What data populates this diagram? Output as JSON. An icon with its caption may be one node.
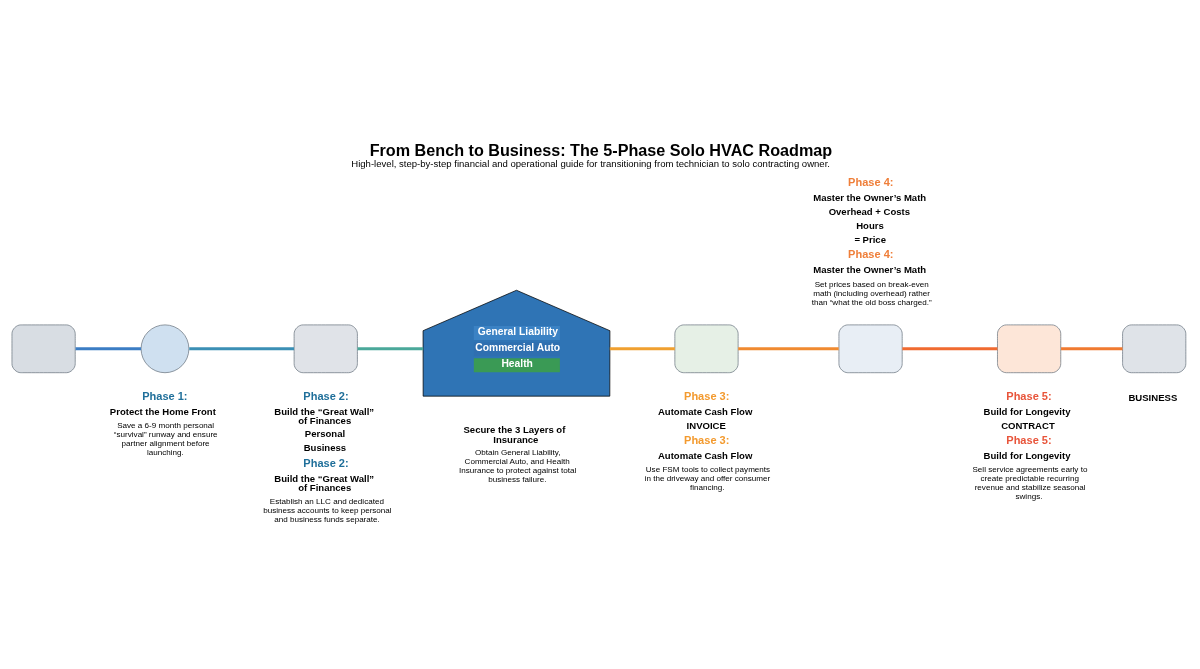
{
  "diagram": {
    "title": "From Bench to Business: The 5-Phase Solo HVAC Roadmap",
    "caption": "High-level, step-by-step financial and operational guide for transitioning from technician to solo contracting owner.",
    "nodes": [
      {
        "text": [],
        "shape": "box"
      },
      {
        "text": [],
        "shape": "circle",
        "beside": [
          "Phase 1:",
          "Protect the Home Front",
          "Save a 6-9 month personal “survival” runway and ensure partner alignment before launching."
        ]
      },
      {
        "text": [],
        "shape": "box",
        "beside": [
          "Phase 2:",
          "Build the “Great Wall” of Finances",
          "Personal",
          "Business",
          "Phase 2:",
          "Build the “Great Wall” of Finances",
          "Establish an LLC and dedicated business accounts to keep personal and business funds separate."
        ]
      },
      {
        "text": [
          "General Liability",
          "Commercial Auto",
          "Health"
        ],
        "beside": [
          "Secure the 3 Layers of Insurance",
          "Obtain General Liability, Commercial Auto, and Health Insurance to protect against total business failure."
        ]
      },
      {
        "text": [],
        "shape": "box",
        "beside": [
          "Phase 3:",
          "Automate Cash Flow",
          "INVOICE",
          "Phase 3:",
          "Automate Cash Flow",
          "Use FSM tools to collect payments in the driveway and offer consumer financing."
        ]
      },
      {
        "text": [],
        "shape": "box"
      },
      {
        "text": [],
        "shape": "box",
        "beside": [
          "Phase 5:",
          "Build for Longevity",
          "CONTRACT",
          "Phase 5:",
          "Build for Longevity",
          "Sell service agreements early to create predictable recurring revenue and stabilize seasonal swings."
        ]
      },
      {
        "text": [],
        "shape": "box",
        "beside": [
          "BUSINESS"
        ]
      }
    ],
    "edges": [
      {
        "from": 0,
        "to": 1,
        "arrow": "none",
        "color": "#3b7dc4"
      },
      {
        "from": 1,
        "to": 2,
        "arrow": "none",
        "color": "#3b8fb5"
      },
      {
        "from": 2,
        "to": 3,
        "arrow": "none",
        "color": "#4aa89a"
      },
      {
        "from": 3,
        "to": 4,
        "arrow": "none",
        "color": "#f0a030"
      },
      {
        "from": 4,
        "to": 5,
        "arrow": "none",
        "color": "#f08a30"
      },
      {
        "from": 5,
        "to": 6,
        "arrow": "none",
        "color": "#f06a30"
      },
      {
        "from": 6,
        "to": 7,
        "arrow": "none",
        "color": "#f07a30"
      }
    ],
    "labels": [
      "Phase 4:",
      "Master the Owner’s Math",
      "Overhead + Costs",
      "Hours",
      "= Price",
      "Phase 4:",
      "Master the Owner’s Math",
      "Set prices based on break-even math (including overhead) rather than “what the old boss charged.”"
    ]
  }
}
